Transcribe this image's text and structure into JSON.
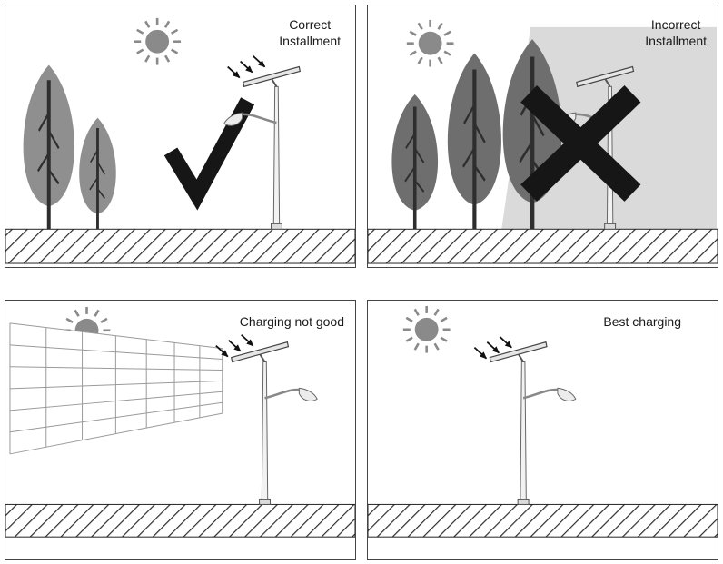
{
  "figure": {
    "description_icons": [
      "sun-icon",
      "tree-icon",
      "street-light-icon",
      "solar-panel-icon",
      "sunlight-arrows-icon",
      "check-icon",
      "cross-icon",
      "ground-hatch",
      "grid-wall",
      "shadow-region"
    ]
  },
  "panels": [
    {
      "id": "correct-installment",
      "label": "Correct\nInstallment",
      "mark": "check"
    },
    {
      "id": "incorrect-installment",
      "label": "Incorrect\nInstallment",
      "mark": "cross"
    },
    {
      "id": "charging-not-good",
      "label": "Charging not good",
      "mark": "none"
    },
    {
      "id": "best-charging",
      "label": "Best charging",
      "mark": "none"
    }
  ],
  "colors": {
    "ink": "#1a1a1a",
    "panel_border": "#444444",
    "sun": "#8a8a8a",
    "tree": "#8f8f8f",
    "tree_dark": "#6e6e6e",
    "shadow": "#dadada",
    "pole": "#f2f2f2",
    "hatch": "#2b2b2b"
  }
}
